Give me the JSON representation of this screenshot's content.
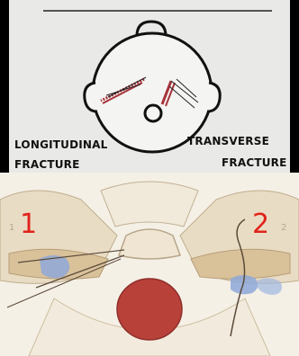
{
  "top": {
    "left_label_line1": "LONGITUDINAL",
    "left_label_line2": "FRACTURE",
    "right_label_line1": "TRANSVERSE",
    "right_label_line2": "FRACTURE"
  },
  "bottom": {
    "marker_1": "1",
    "marker_2": "2",
    "small_marker_1": "1",
    "small_marker_2": "2"
  },
  "colors": {
    "marker": "#e0231b",
    "fracture_line": "#a8323a",
    "foramen": "#b8413a",
    "cochlea": "#8ea8d8"
  }
}
